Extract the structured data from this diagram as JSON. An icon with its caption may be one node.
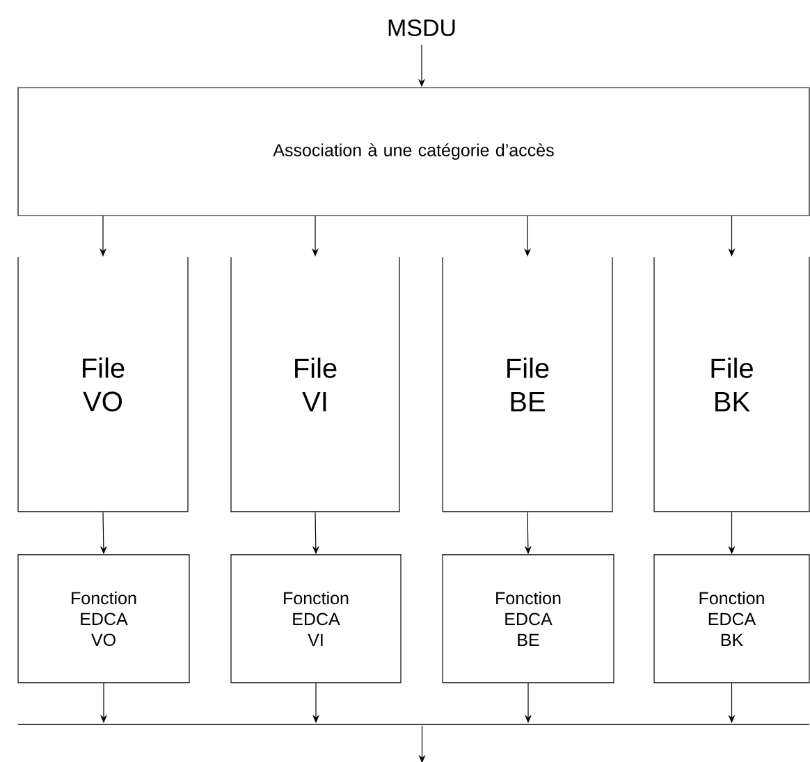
{
  "diagram": {
    "nodes": [
      {
        "text": [
          "MSDU"
        ]
      },
      {
        "text": [
          "Association à une catégorie d’accès"
        ]
      },
      {
        "text": [
          "File VO"
        ]
      },
      {
        "text": [
          "File VI"
        ]
      },
      {
        "text": [
          "File BE"
        ]
      },
      {
        "text": [
          "File BK"
        ]
      },
      {
        "text": [
          "Fonction EDCA VO"
        ]
      },
      {
        "text": [
          "Fonction EDCA VI"
        ]
      },
      {
        "text": [
          "Fonction EDCA BE"
        ]
      },
      {
        "text": [
          "Fonction EDCA BK"
        ]
      },
      {
        "text": [],
        "shape": "bar"
      }
    ],
    "edges": [
      {
        "from": 0,
        "to": 1,
        "arrow": "to"
      },
      {
        "from": 1,
        "to": 2,
        "arrow": "to"
      },
      {
        "from": 1,
        "to": 3,
        "arrow": "to"
      },
      {
        "from": 1,
        "to": 4,
        "arrow": "to"
      },
      {
        "from": 1,
        "to": 5,
        "arrow": "to"
      },
      {
        "from": 2,
        "to": 6,
        "arrow": "to"
      },
      {
        "from": 3,
        "to": 7,
        "arrow": "to"
      },
      {
        "from": 4,
        "to": 8,
        "arrow": "to"
      },
      {
        "from": 5,
        "to": 9,
        "arrow": "to"
      },
      {
        "from": 6,
        "to": 10,
        "arrow": "to"
      },
      {
        "from": 7,
        "to": 10,
        "arrow": "to"
      },
      {
        "from": 8,
        "to": 10,
        "arrow": "to"
      },
      {
        "from": 9,
        "to": 10,
        "arrow": "to"
      },
      {
        "from": 10,
        "to": null,
        "arrow": "to"
      }
    ]
  }
}
